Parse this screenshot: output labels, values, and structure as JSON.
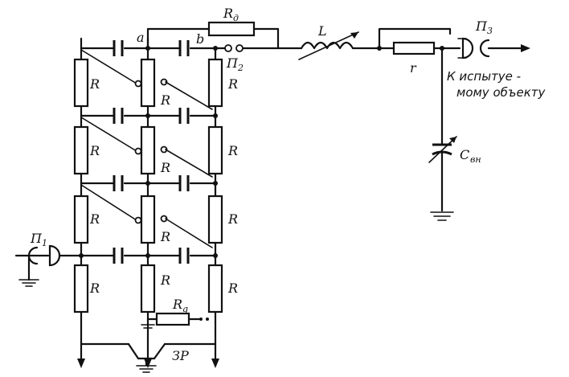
{
  "labels": {
    "resistor": "R",
    "r_d": "R",
    "r_d_sub": "д",
    "r_g": "R",
    "r_g_sub": "g",
    "node_a": "a",
    "node_b": "b",
    "inductor": "L",
    "small_r": "r",
    "p1": "П",
    "p1_sub": "1",
    "p2": "П",
    "p2_sub": "2",
    "p3": "П",
    "p3_sub": "3",
    "c_vn": "C",
    "c_vn_sub": "вн",
    "caption_line1": "К испытуе -",
    "caption_line2": "мому объекту",
    "switch": "ЗР"
  }
}
